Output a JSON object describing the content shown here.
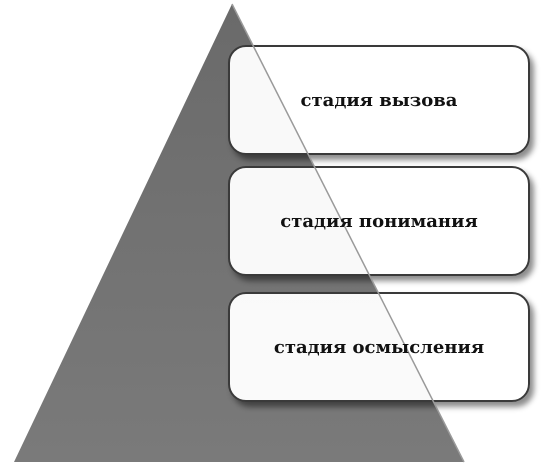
{
  "diagram": {
    "colors": {
      "pyramid_fill": "#707070",
      "box_fill": "#ffffff",
      "box_border": "#3a3a3a",
      "text": "#111111"
    },
    "stages": [
      {
        "label": "стадия вызова"
      },
      {
        "label": "стадия понимания"
      },
      {
        "label": "стадия осмысления"
      }
    ]
  }
}
